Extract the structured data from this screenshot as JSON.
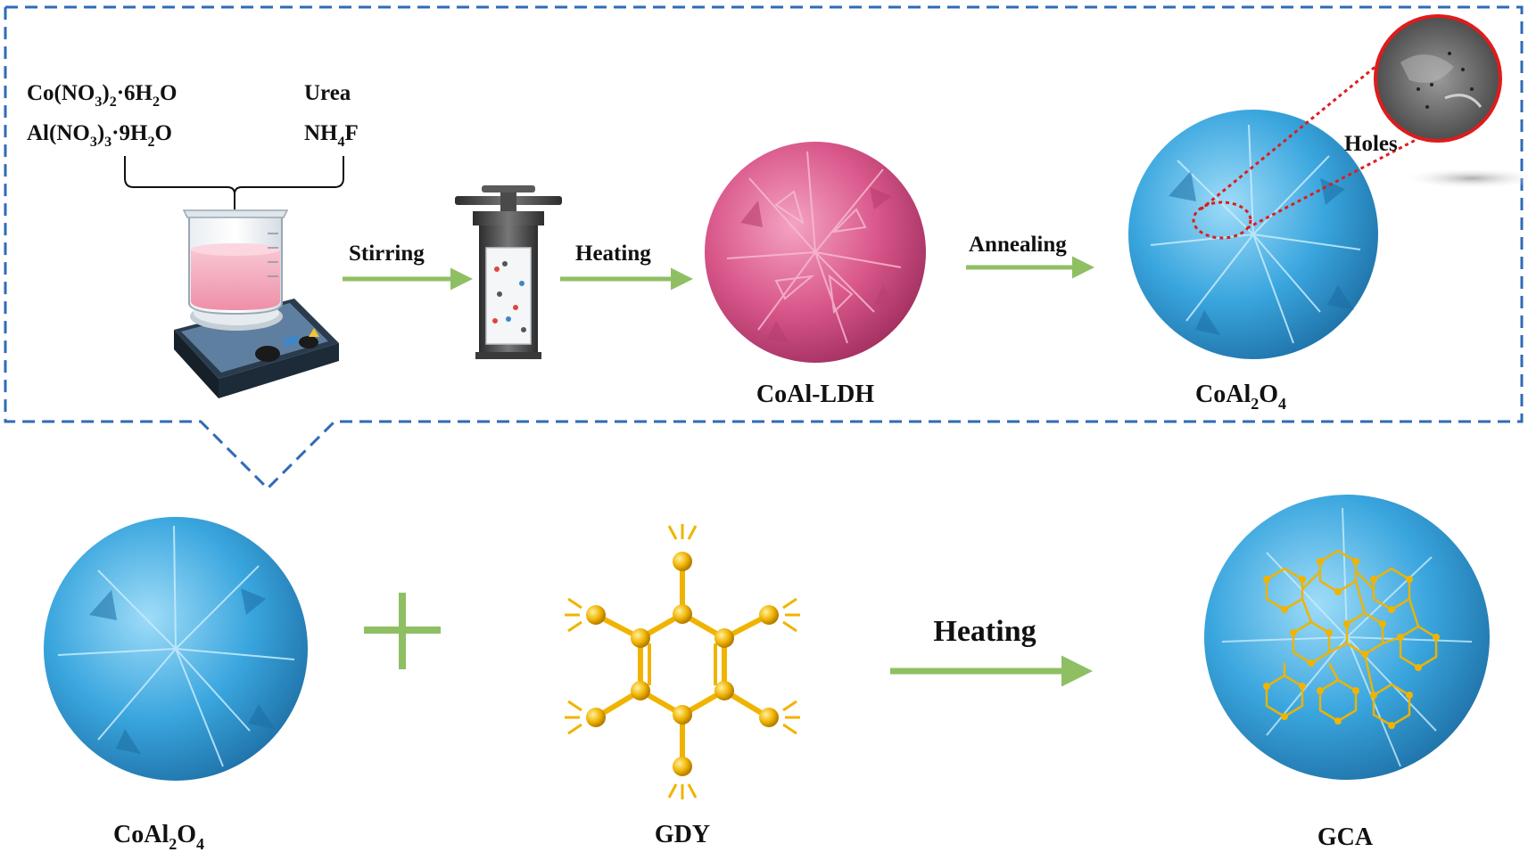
{
  "reagents": {
    "metal_1": {
      "base": "Co(NO",
      "sub1": "3",
      "mid": ")",
      "sub2": "2",
      "tail": "·6H",
      "sub3": "2",
      "end": "O"
    },
    "metal_2": {
      "base": "Al(NO",
      "sub1": "3",
      "mid": ")",
      "sub2": "3",
      "tail": "·9H",
      "sub3": "2",
      "end": "O"
    },
    "additive_1": "Urea",
    "additive_2": {
      "base": "NH",
      "sub": "4",
      "end": "F"
    }
  },
  "steps": {
    "stirring": "Stirring",
    "heating": "Heating",
    "annealing": "Annealing",
    "holes": "Holes",
    "heating_2": "Heating"
  },
  "products": {
    "ldh": "CoAl-LDH",
    "spinel": {
      "a": "CoAl",
      "s1": "2",
      "b": "O",
      "s2": "4"
    },
    "gdy": "GDY",
    "gca": "GCA"
  },
  "colors": {
    "dashed_border": "#2e6bb7",
    "arrow": "#8fbf63",
    "plus": "#8fbf63",
    "ldh_pink": "#d9578b",
    "spinel_blue": "#3aa6de",
    "gdy_gold": "#f0b400",
    "callout_red": "#e01b1b"
  }
}
